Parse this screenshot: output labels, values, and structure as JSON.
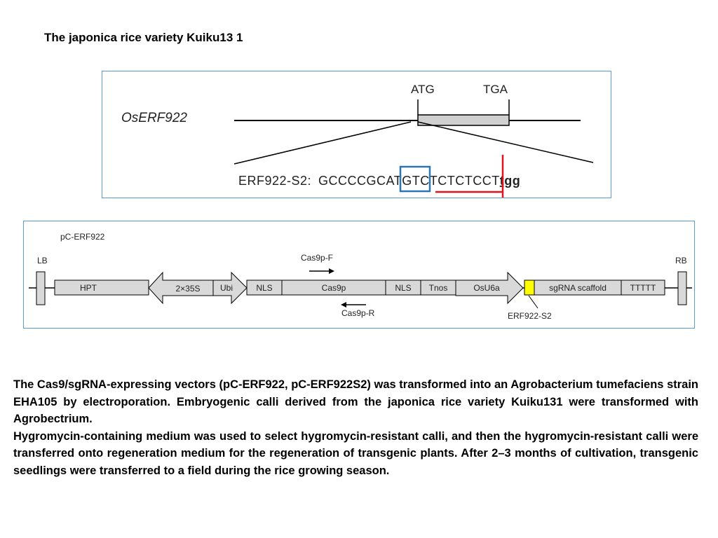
{
  "title": "The japonica rice variety Kuiku13 1",
  "gene_diagram": {
    "gene_name": "OsERF922",
    "start_codon": "ATG",
    "stop_codon": "TGA",
    "target_label": "ERF922-S2:",
    "seq_prefix": "GCCCCGC",
    "seq_boxed": "ATG",
    "seq_mid": "TCTCTCT",
    "seq_cc": "CCT",
    "seq_pam": "tgg",
    "box_color": "#2e75b6",
    "cut_color": "#e0141e"
  },
  "vector_map": {
    "name": "pC-ERF922",
    "lb": "LB",
    "rb": "RB",
    "elements": {
      "hpt": "HPT",
      "p35s": "2×35S",
      "ubi": "Ubi",
      "nls1": "NLS",
      "cas9": "Cas9p",
      "nls2": "NLS",
      "tnos": "Tnos",
      "osu6a": "OsU6a",
      "scaffold": "sgRNA scaffold",
      "ttttt": "TTTTT"
    },
    "primer_f": "Cas9p-F",
    "primer_r": "Cas9p-R",
    "target": "ERF922-S2",
    "target_color": "#ffff00",
    "element_fill": "#d9d9d9"
  },
  "description": {
    "paragraph1": "The Cas9/sgRNA-expressing vectors (pC-ERF922, pC-ERF922S2) was transformed into an Agrobacterium tumefaciens strain EHA105 by electroporation. Embryogenic calli derived from the japonica rice variety Kuiku131 were transformed with Agrobectrium.",
    "paragraph2": "Hygromycin-containing medium was used to select hygromycin-resistant calli, and then the hygromycin-resistant calli were transferred onto regeneration medium for the regeneration of transgenic plants. After 2–3 months of cultivation, transgenic seedlings were transferred to a field during the rice growing season."
  }
}
